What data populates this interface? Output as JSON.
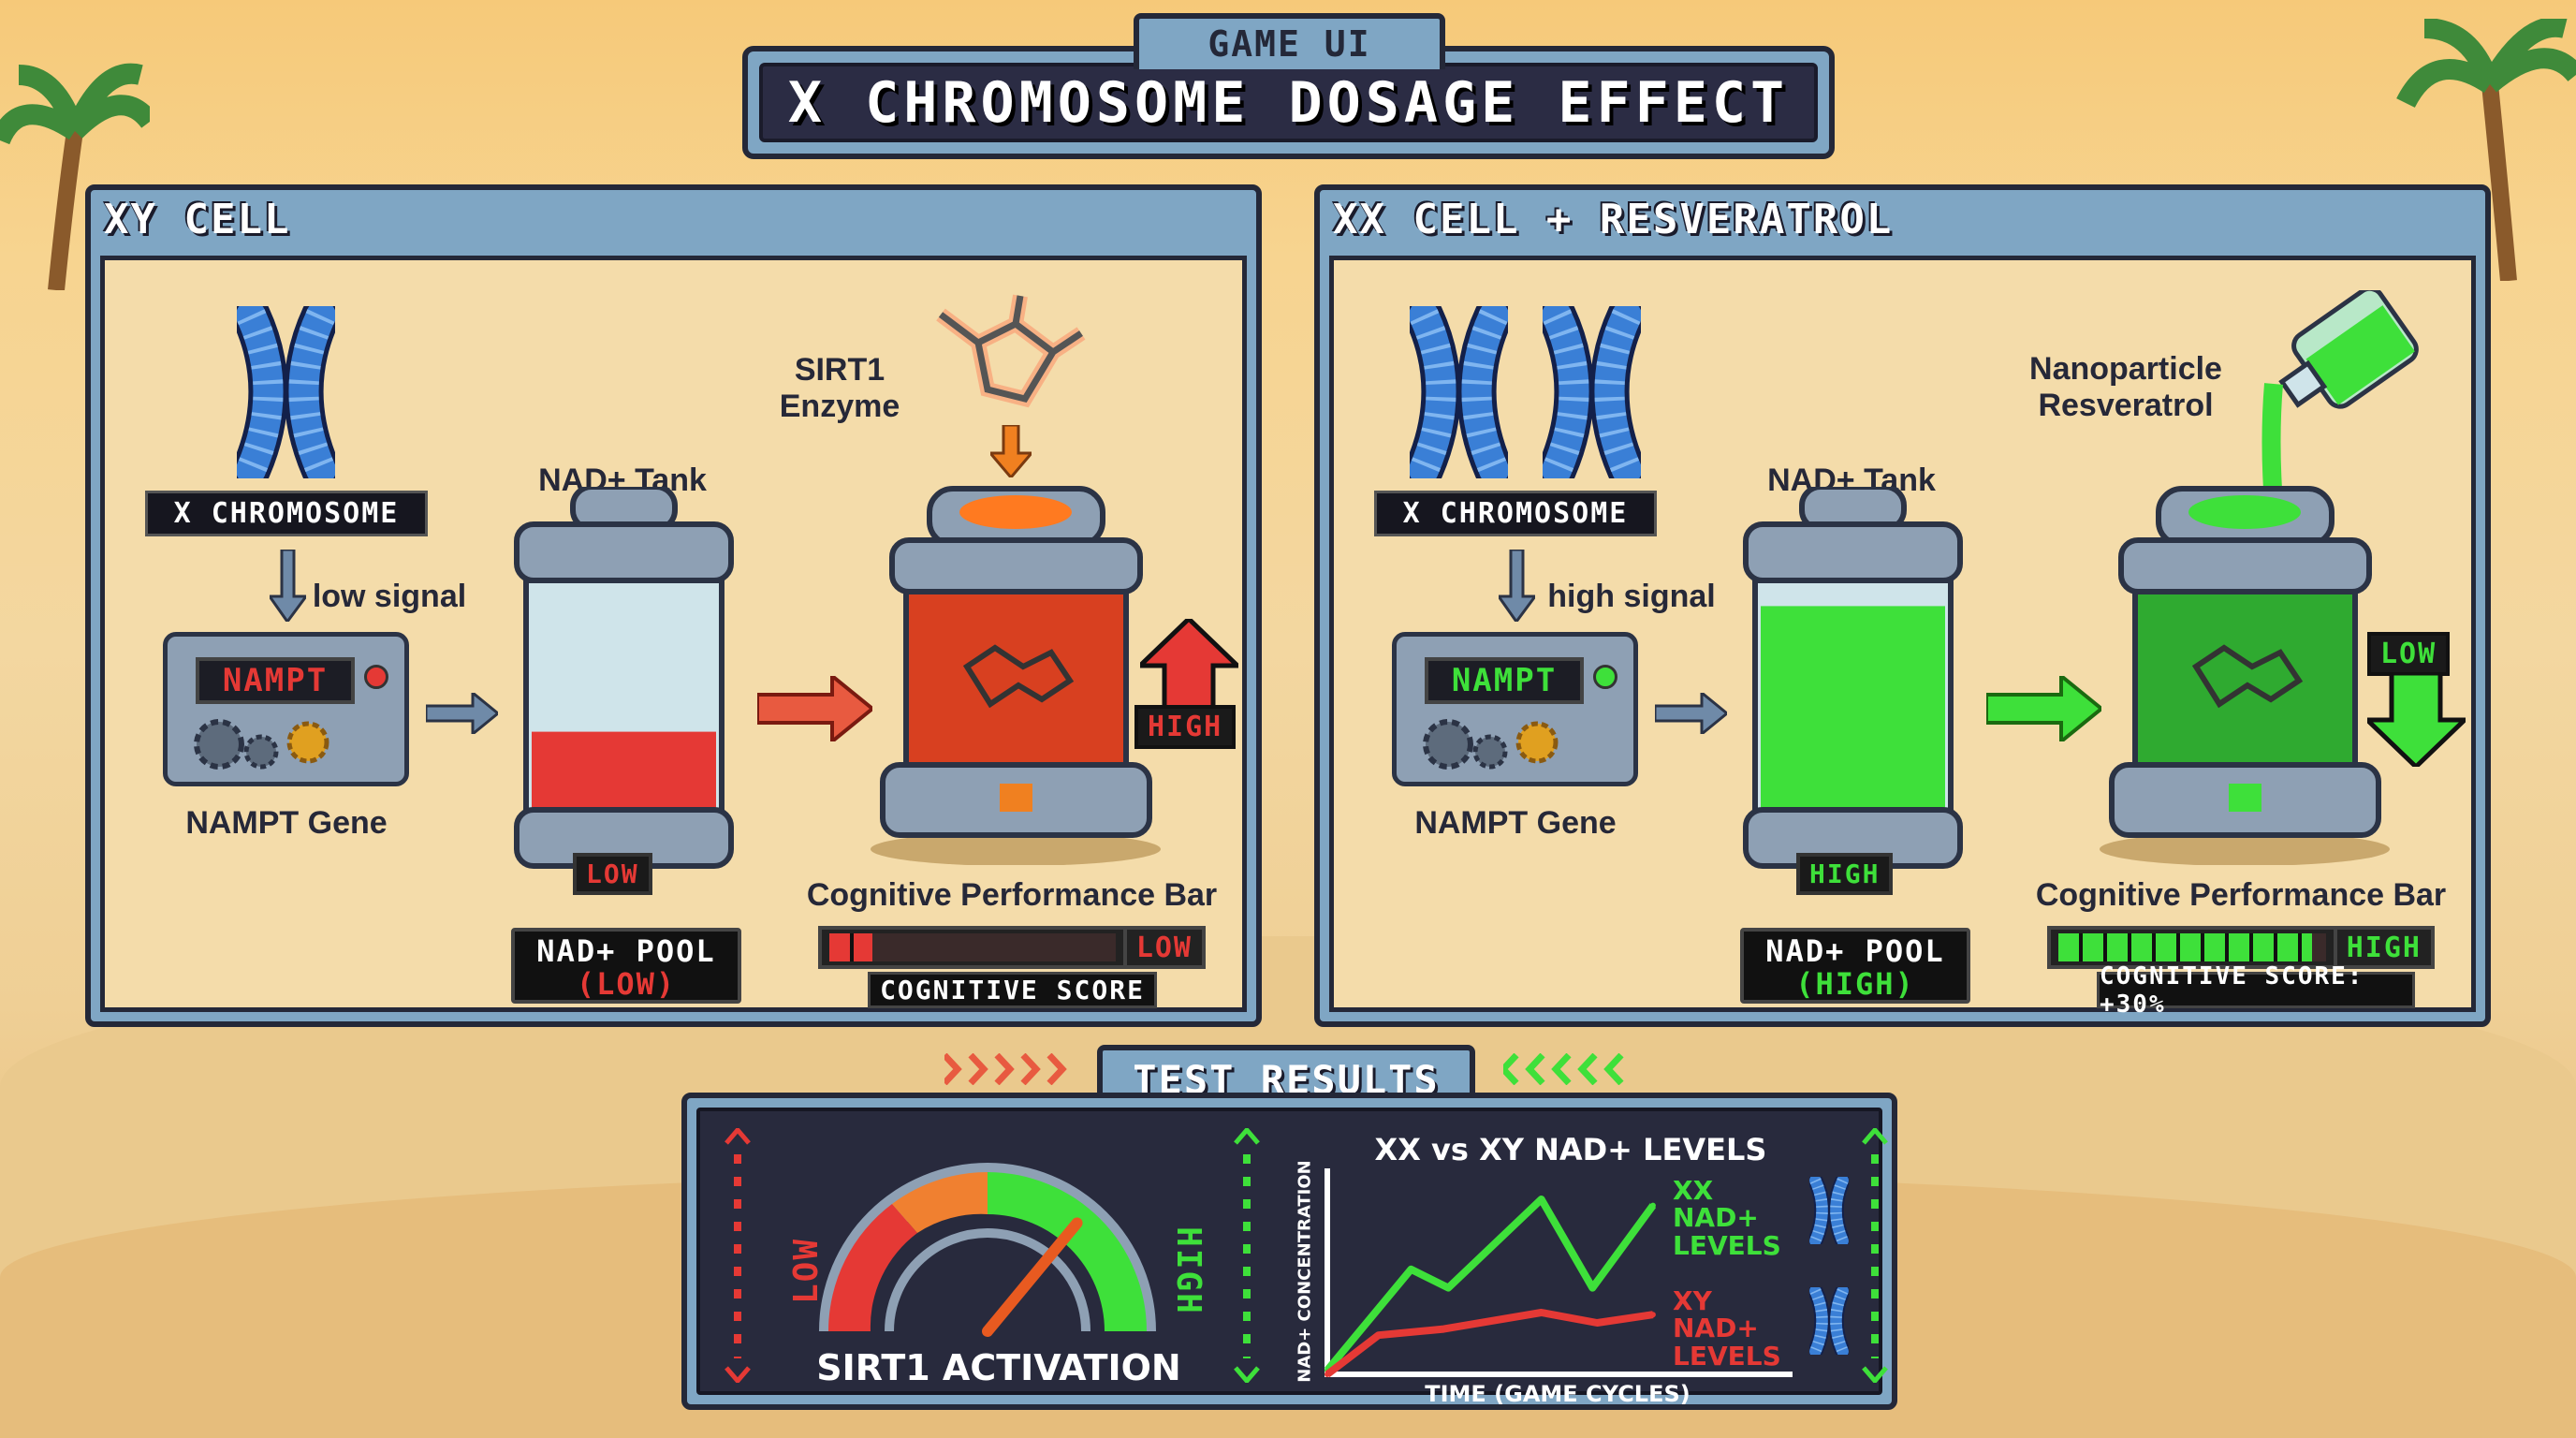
{
  "header": {
    "tab": "GAME UI",
    "title": "X CHROMOSOME DOSAGE EFFECT"
  },
  "xy_panel": {
    "title": "XY CELL",
    "chromosome_label": "X CHROMOSOME",
    "signal": "low signal",
    "nampt_display": "NAMPT",
    "nampt_label": "NAMPT Gene",
    "tank_label": "NAD+ Tank",
    "tank_badge": "LOW",
    "tank_level": 0.35,
    "pool_label": "NAD+ POOL",
    "pool_status": "(LOW)",
    "enzyme_label_1": "SIRT1",
    "enzyme_label_2": "Enzyme",
    "activity_badge": "HIGH",
    "activity_direction": "up",
    "bar_label": "Cognitive Performance Bar",
    "bar_status": "LOW",
    "bar_level": 0.15,
    "score_label": "COGNITIVE SCORE"
  },
  "xx_panel": {
    "title": "XX CELL + RESVERATROL",
    "chromosome_label": "X CHROMOSOME",
    "signal": "high signal",
    "nampt_display": "NAMPT",
    "nampt_label": "NAMPT Gene",
    "tank_label": "NAD+ Tank",
    "tank_badge": "HIGH",
    "tank_level": 0.9,
    "pool_label": "NAD+ POOL",
    "pool_status": "(HIGH)",
    "additive_label_1": "Nanoparticle",
    "additive_label_2": "Resveratrol",
    "activity_badge": "LOW",
    "activity_direction": "down",
    "bar_label": "Cognitive Performance Bar",
    "bar_status": "HIGH",
    "bar_level": 0.95,
    "score_label": "COGNITIVE SCORE: +30%"
  },
  "results": {
    "title": "TEST RESULTS",
    "gauge": {
      "low_label": "LOW",
      "high_label": "HIGH",
      "label": "SIRT1 ACTIVATION",
      "needle_level": 0.72
    }
  },
  "chart_data": {
    "type": "line",
    "title": "XX vs XY NAD+ LEVELS",
    "xlabel": "TIME (GAME CYCLES)",
    "ylabel": "NAD+ CONCENTRATION",
    "xlim": [
      0,
      100
    ],
    "ylim": [
      0,
      100
    ],
    "grid": false,
    "legend_position": "right",
    "series": [
      {
        "name": "XX NAD+ LEVELS",
        "color": "#3ee03a",
        "x": [
          0,
          18,
          26,
          46,
          57,
          70
        ],
        "y": [
          2,
          51,
          42,
          85,
          42,
          82
        ]
      },
      {
        "name": "XY NAD+ LEVELS",
        "color": "#e53935",
        "x": [
          0,
          11,
          25,
          46,
          58,
          70
        ],
        "y": [
          0,
          19,
          22,
          30,
          25,
          29
        ]
      }
    ]
  },
  "colors": {
    "red": "#e53935",
    "green": "#3ee03a",
    "chromosome_blue": "#3a7fd6",
    "frame_blue": "#7fa6c4",
    "dark_navy": "#282a3d",
    "sand": "#f4dcaa"
  }
}
